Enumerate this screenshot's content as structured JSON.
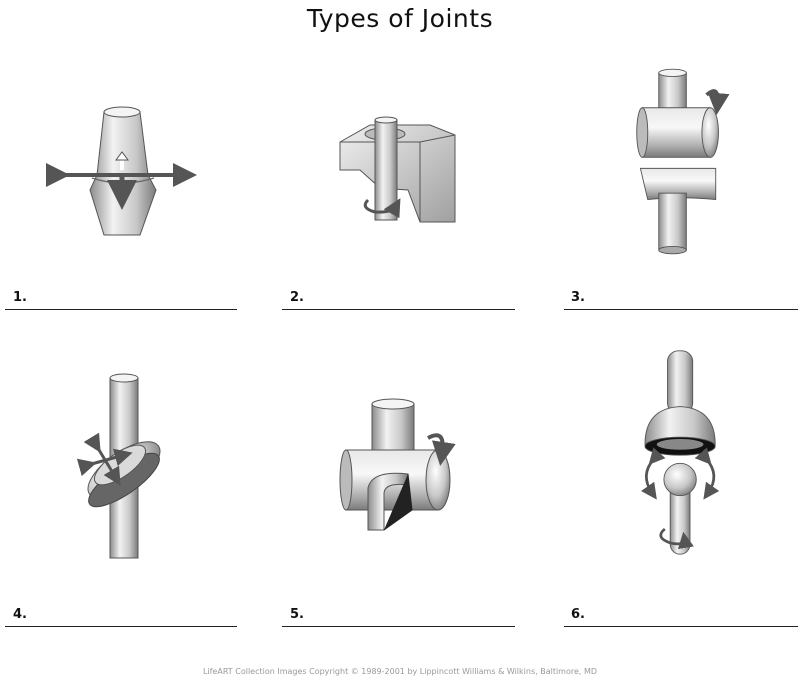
{
  "title": "Types of Joints",
  "items": [
    {
      "number": "1."
    },
    {
      "number": "2."
    },
    {
      "number": "3."
    },
    {
      "number": "4."
    },
    {
      "number": "5."
    },
    {
      "number": "6."
    }
  ],
  "footer": "LifeART Collection Images Copyright © 1989-2001 by Lippincott Williams & Wilkins, Baltimore, MD",
  "colors": {
    "arrow": "#555555",
    "line": "#222222",
    "shade_light": "#f4f4f4",
    "shade_dark": "#8a8a8a"
  }
}
